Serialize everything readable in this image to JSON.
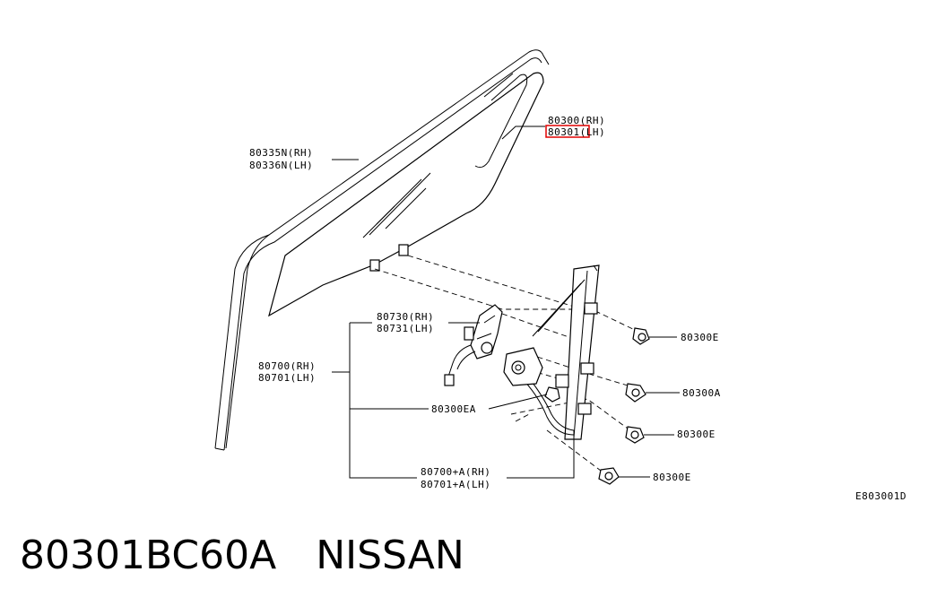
{
  "diagram": {
    "labels": {
      "glass_rh": "80300(RH)",
      "glass_lh": "80301(LH)",
      "channel_rh": "80335N(RH)",
      "channel_lh": "80336N(LH)",
      "motor_rh": "80730(RH)",
      "motor_lh": "80731(LH)",
      "regulator_rh": "80700(RH)",
      "regulator_lh": "80701(LH)",
      "bolt_ea": "80300EA",
      "reg_a_rh": "80700+A(RH)",
      "reg_a_lh": "80701+A(LH)",
      "bolt_e1": "80300E",
      "bolt_a": "80300A",
      "bolt_e2": "80300E",
      "bolt_e3": "80300E",
      "figure_code": "E803001D"
    },
    "highlight_color": "#e00000"
  },
  "caption": {
    "part_number": "80301BC60A",
    "brand": "NISSAN"
  }
}
